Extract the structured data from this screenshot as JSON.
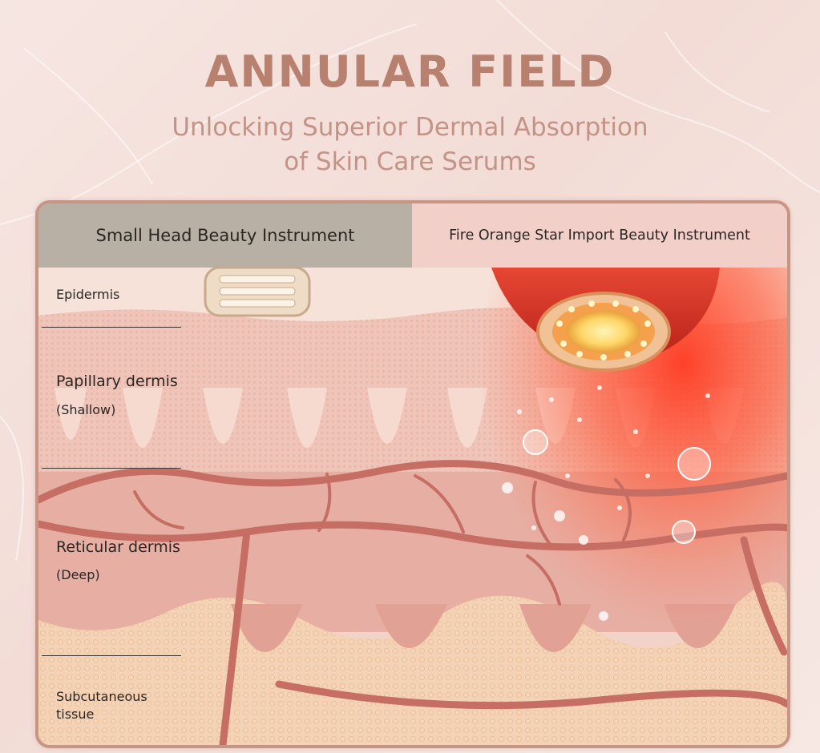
{
  "title": "ANNULAR FIELD",
  "subtitle_line1": "Unlocking Superior Dermal Absorption",
  "subtitle_line2": "of Skin Care Serums",
  "comparison": {
    "left_header": "Small Head Beauty Instrument",
    "right_header": "Fire Orange Star Import Beauty Instrument"
  },
  "layers": {
    "epidermis": "Epidermis",
    "papillary": "Papillary dermis",
    "papillary_note": "(Shallow)",
    "reticular": "Reticular dermis",
    "reticular_note": "(Deep)",
    "subcutaneous_1": "Subcutaneous",
    "subcutaneous_2": "tissue"
  },
  "colors": {
    "title": "#b8806f",
    "subtitle": "#c39387",
    "frame": "#c79583",
    "left_header_bg": "#b9b0a5",
    "right_header_bg": "#f3cfc9",
    "vessel": "#c66e63",
    "glow": "#ff3a22"
  }
}
